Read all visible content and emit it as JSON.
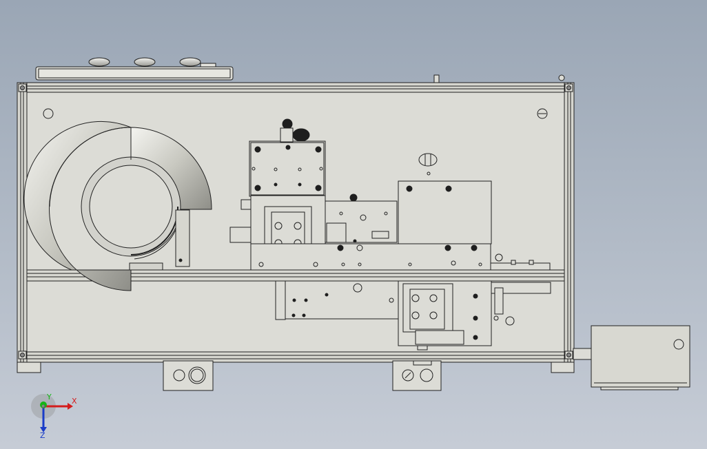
{
  "viewport": {
    "background_top": "#9aa6b5",
    "background_bottom": "#c6ccd6",
    "part_fill": "#dcdcd6",
    "part_fill_dark": "#c9c9c2",
    "line_color": "#202020",
    "hole_fill": "#1e1e1e"
  },
  "triad": {
    "x_label": "X",
    "y_label": "Y",
    "z_label": "Z",
    "x_color": "#d41c1c",
    "y_color": "#15b515",
    "z_color": "#1a3cc8"
  }
}
